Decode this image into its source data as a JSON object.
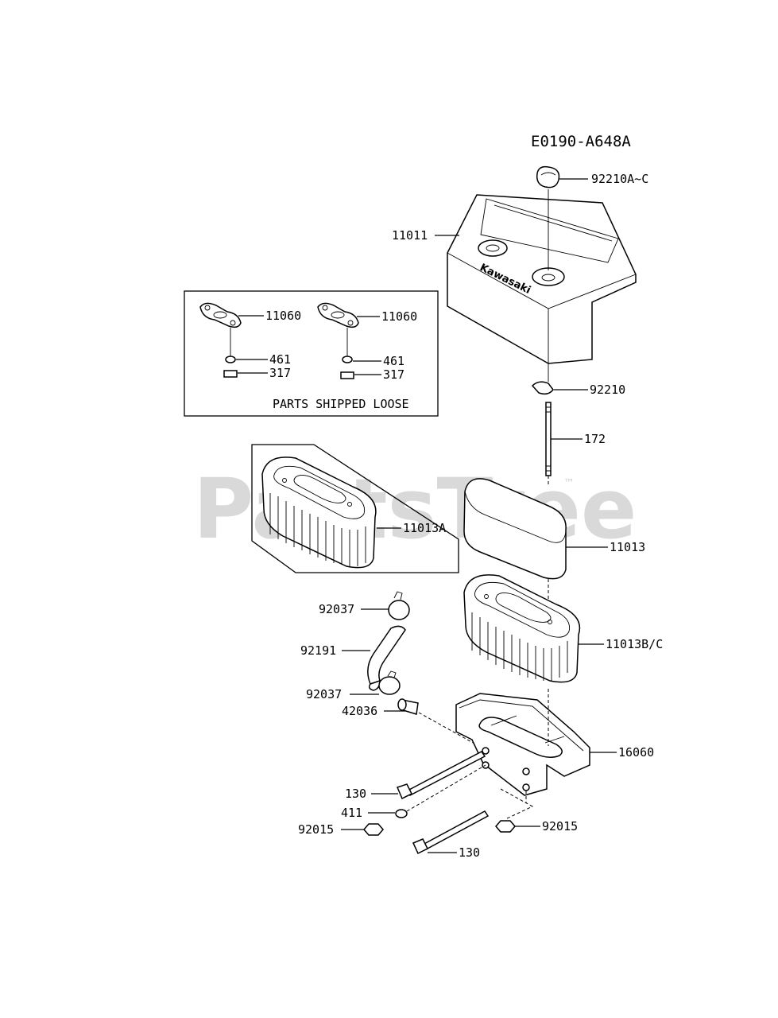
{
  "diagram_id": "E0190-A648A",
  "watermark": "PartsTree",
  "watermark_tm": "™",
  "brand_on_cover": "Kawasaki",
  "loose_box_caption": "PARTS SHIPPED LOOSE",
  "labels": {
    "p92210AC": "92210A~C",
    "p11011": "11011",
    "p11060_left": "11060",
    "p11060_right": "11060",
    "p461_left": "461",
    "p461_right": "461",
    "p317_left": "317",
    "p317_right": "317",
    "p92210": "92210",
    "p172": "172",
    "p11013A": "11013A",
    "p11013": "11013",
    "p92037_top": "92037",
    "p92191": "92191",
    "p11013BC": "11013B/C",
    "p92037_bottom": "92037",
    "p42036": "42036",
    "p16060": "16060",
    "p130_upper": "130",
    "p411": "411",
    "p92015_left": "92015",
    "p92015_right": "92015",
    "p130_lower": "130"
  }
}
